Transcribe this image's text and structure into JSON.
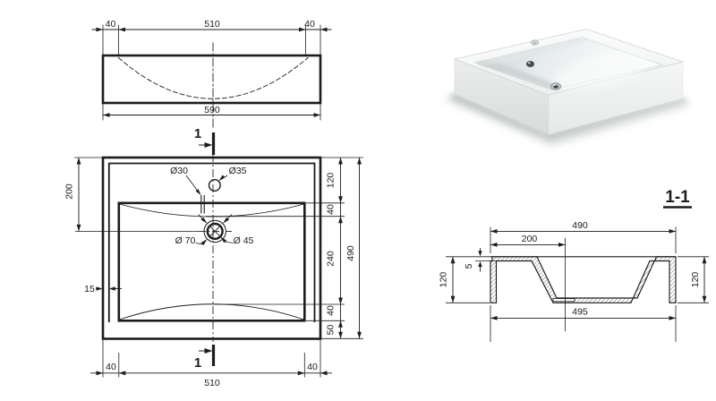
{
  "drawing": {
    "front_view": {
      "dim_top_left": "40",
      "dim_top_center": "510",
      "dim_top_right": "40",
      "dim_width": "590",
      "section_marker": "1"
    },
    "plan_view": {
      "dim_left": "200",
      "dim_rim_offset": "15",
      "dim_right_chain": [
        "120",
        "40",
        "240",
        "40",
        "50"
      ],
      "dim_right_total": "490",
      "dim_bottom_left": "40",
      "dim_bottom_center": "510",
      "dim_bottom_right": "40",
      "hole_faucet": "Ø35",
      "hole_overflow": "Ø30",
      "drain_outer": "Ø 70",
      "drain_inner": "Ø 45",
      "section_marker": "1"
    },
    "section_view": {
      "title": "1-1",
      "dim_top_width": "490",
      "dim_faucet_offset": "200",
      "dim_rim_lip": "5",
      "dim_left_height": "120",
      "dim_right_height": "120",
      "dim_bottom_width": "495"
    },
    "colors": {
      "line": "#1c1c1c",
      "background": "#ffffff"
    }
  }
}
